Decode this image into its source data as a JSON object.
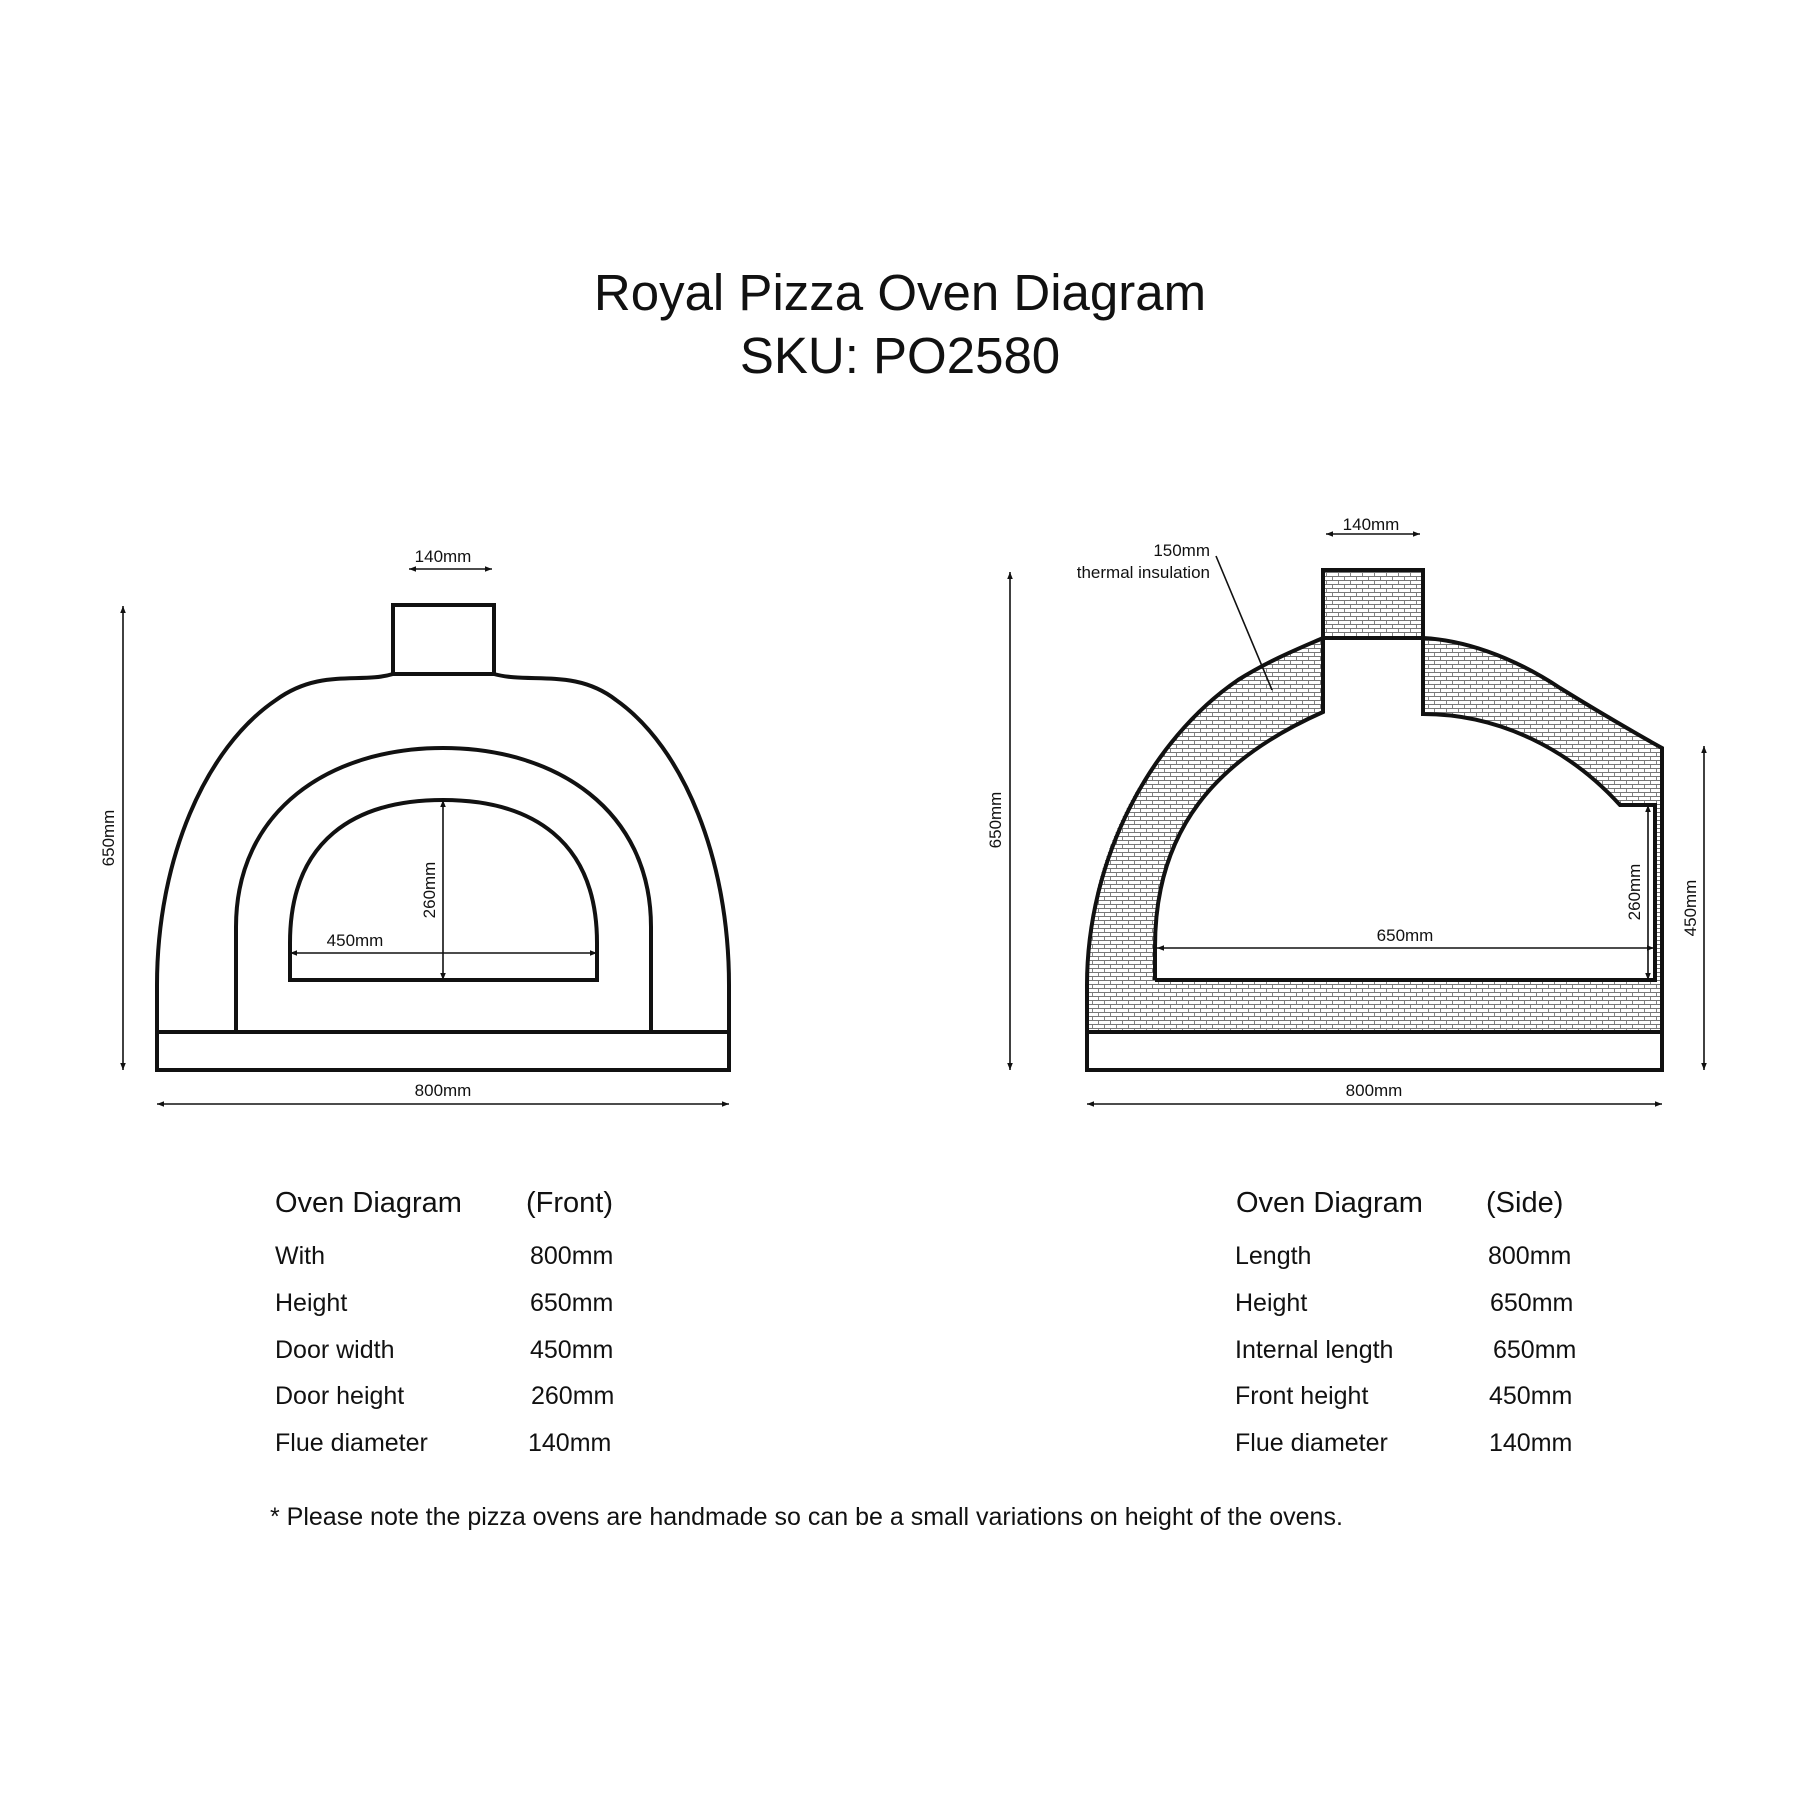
{
  "title": "Royal Pizza Oven Diagram",
  "sku": "SKU: PO2580",
  "front_view": {
    "dims": {
      "flue": "140mm",
      "total_height": "650mm",
      "door_height": "260mm",
      "door_width": "450mm",
      "width": "800mm"
    }
  },
  "side_view": {
    "dims": {
      "flue": "140mm",
      "insulation_thickness": "150mm",
      "insulation_label": "thermal insulation",
      "total_height": "650mm",
      "inner_height": "260mm",
      "internal_length": "650mm",
      "front_height": "450mm",
      "length": "800mm"
    }
  },
  "front_specs": {
    "header_label": "Oven Diagram",
    "header_value": "(Front)",
    "rows": [
      {
        "label": "With",
        "value": "800mm"
      },
      {
        "label": "Height",
        "value": "650mm"
      },
      {
        "label": "Door width",
        "value": "450mm"
      },
      {
        "label": "Door height",
        "value": "260mm"
      },
      {
        "label": "Flue diameter",
        "value": "140mm"
      }
    ]
  },
  "side_specs": {
    "header_label": "Oven Diagram",
    "header_value": "(Side)",
    "rows": [
      {
        "label": "Length",
        "value": "800mm"
      },
      {
        "label": "Height",
        "value": "650mm"
      },
      {
        "label": "Internal length",
        "value": "650mm"
      },
      {
        "label": "Front height",
        "value": "450mm"
      },
      {
        "label": "Flue diameter",
        "value": "140mm"
      }
    ]
  },
  "note": "* Please note the pizza ovens are handmade so can be a small variations on height of the ovens."
}
